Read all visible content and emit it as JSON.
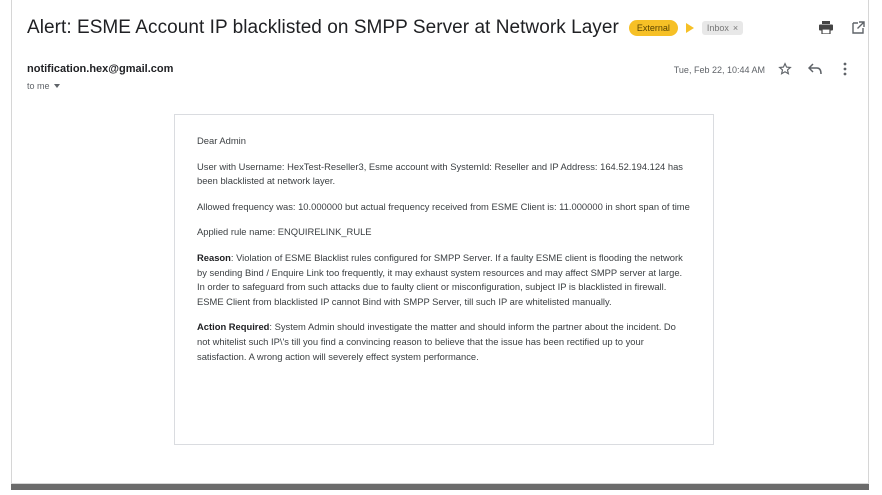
{
  "email": {
    "subject": "Alert: ESME Account IP blacklisted on SMPP Server at Network Layer",
    "labels": {
      "external": "External",
      "inbox": "Inbox",
      "inbox_remove": "×"
    },
    "sender": "notification.hex@gmail.com",
    "recipient": "to me",
    "date": "Tue, Feb 22, 10:44 AM",
    "icons": [
      "print-icon",
      "open-in-new-window-icon",
      "star-icon",
      "reply-icon",
      "more-vertical-icon",
      "chevron-down-icon"
    ],
    "colors": {
      "external_badge": "#f6c026",
      "importance_marker": "#f6c026"
    },
    "body": {
      "greeting": "Dear Admin",
      "p1": "User with Username: HexTest-Reseller3, Esme account with SystemId: Reseller and IP Address: 164.52.194.124 has been blacklisted at network layer.",
      "p2": "Allowed frequency was: 10.000000 but actual frequency received from ESME Client is: 11.000000 in short span of time",
      "p3": "Applied rule name: ENQUIRELINK_RULE",
      "reason_label": "Reason",
      "reason_text": ": Violation of ESME Blacklist rules configured for SMPP Server. If a faulty ESME client is flooding the network by sending Bind / Enquire Link too frequently, it may exhaust system resources and may affect SMPP server at large. In order to safeguard from such attacks due to faulty client or misconfiguration, subject IP is blacklisted in firewall. ESME Client from blacklisted IP cannot Bind with SMPP Server, till such IP are whitelisted manually.",
      "action_label": "Action Required",
      "action_text": ": System Admin should investigate the matter and should inform the partner about the incident. Do not whitelist such IP\\'s till you find a convincing reason to believe that the issue has been rectified up to your satisfaction. A wrong action will severely effect system performance."
    }
  }
}
